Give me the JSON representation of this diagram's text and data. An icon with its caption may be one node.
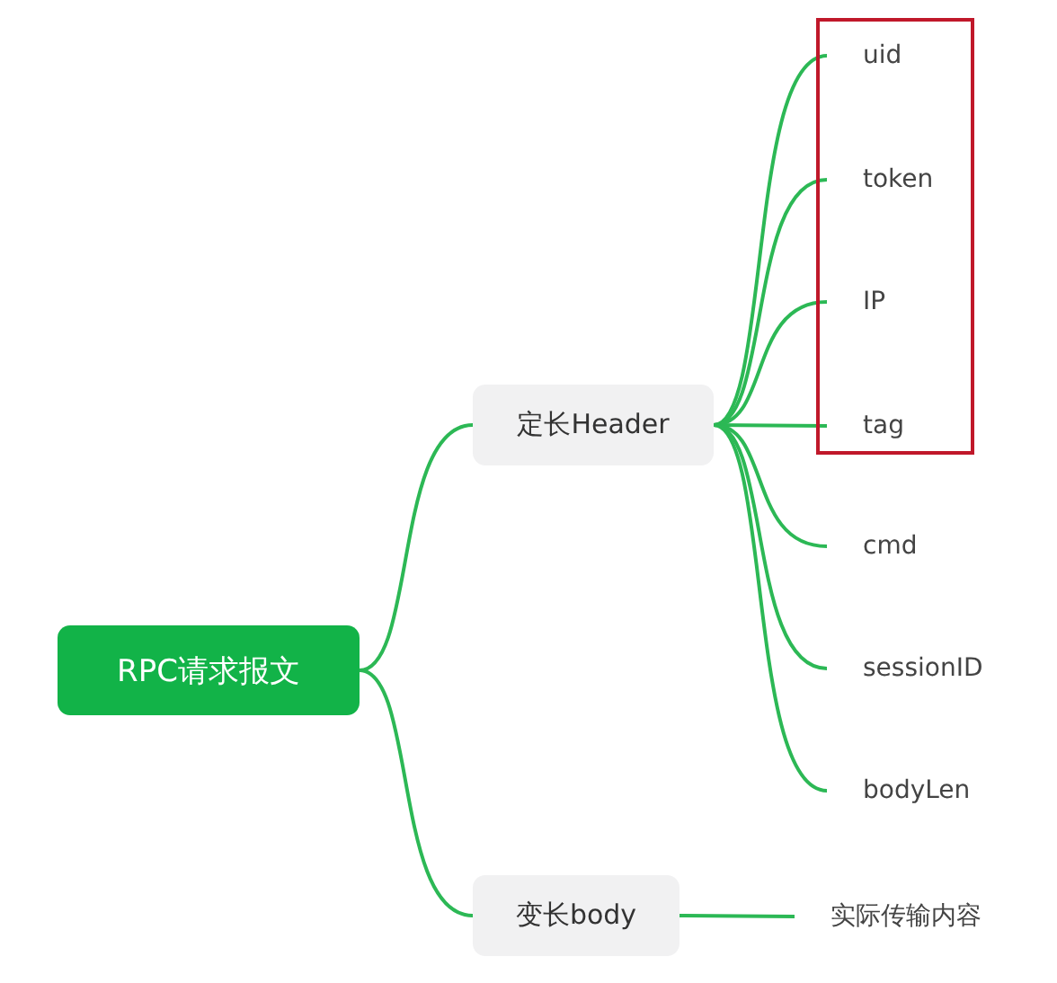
{
  "diagram": {
    "nodes": [
      {
        "text": [
          "RPC请求报文"
        ]
      },
      {
        "text": [
          "定长Header"
        ]
      },
      {
        "text": [],
        "shape": "box"
      },
      {
        "text": [
          "uid"
        ],
        "in": 2
      },
      {
        "text": [
          "token"
        ],
        "in": 2
      },
      {
        "text": [
          "IP"
        ],
        "in": 2
      },
      {
        "text": [
          "tag"
        ],
        "in": 2
      },
      {
        "text": [
          "cmd"
        ]
      },
      {
        "text": [
          "sessionID"
        ]
      },
      {
        "text": [
          "bodyLen"
        ]
      },
      {
        "text": [
          "变长body"
        ]
      },
      {
        "text": [
          "实际传输内容"
        ]
      }
    ],
    "edges": [
      {
        "from": 0,
        "to": 1,
        "arrow": "none"
      },
      {
        "from": 0,
        "to": 10,
        "arrow": "none"
      },
      {
        "from": 1,
        "to": 3,
        "arrow": "none"
      },
      {
        "from": 1,
        "to": 4,
        "arrow": "none"
      },
      {
        "from": 1,
        "to": 5,
        "arrow": "none"
      },
      {
        "from": 1,
        "to": 6,
        "arrow": "none"
      },
      {
        "from": 1,
        "to": 7,
        "arrow": "none"
      },
      {
        "from": 1,
        "to": 8,
        "arrow": "none"
      },
      {
        "from": 1,
        "to": 9,
        "arrow": "none"
      },
      {
        "from": 10,
        "to": 11,
        "arrow": "none"
      }
    ]
  }
}
